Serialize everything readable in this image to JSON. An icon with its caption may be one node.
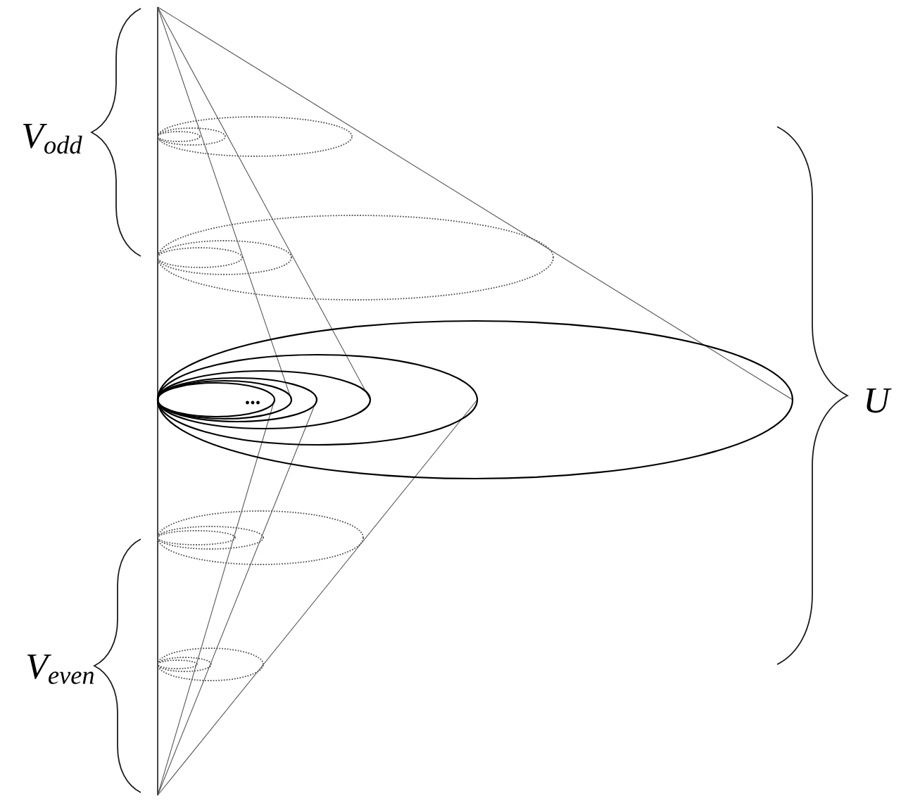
{
  "diagram": {
    "labels": [
      "V$_{odd}$",
      "...",
      "U",
      "V$_{even}$"
    ]
  }
}
